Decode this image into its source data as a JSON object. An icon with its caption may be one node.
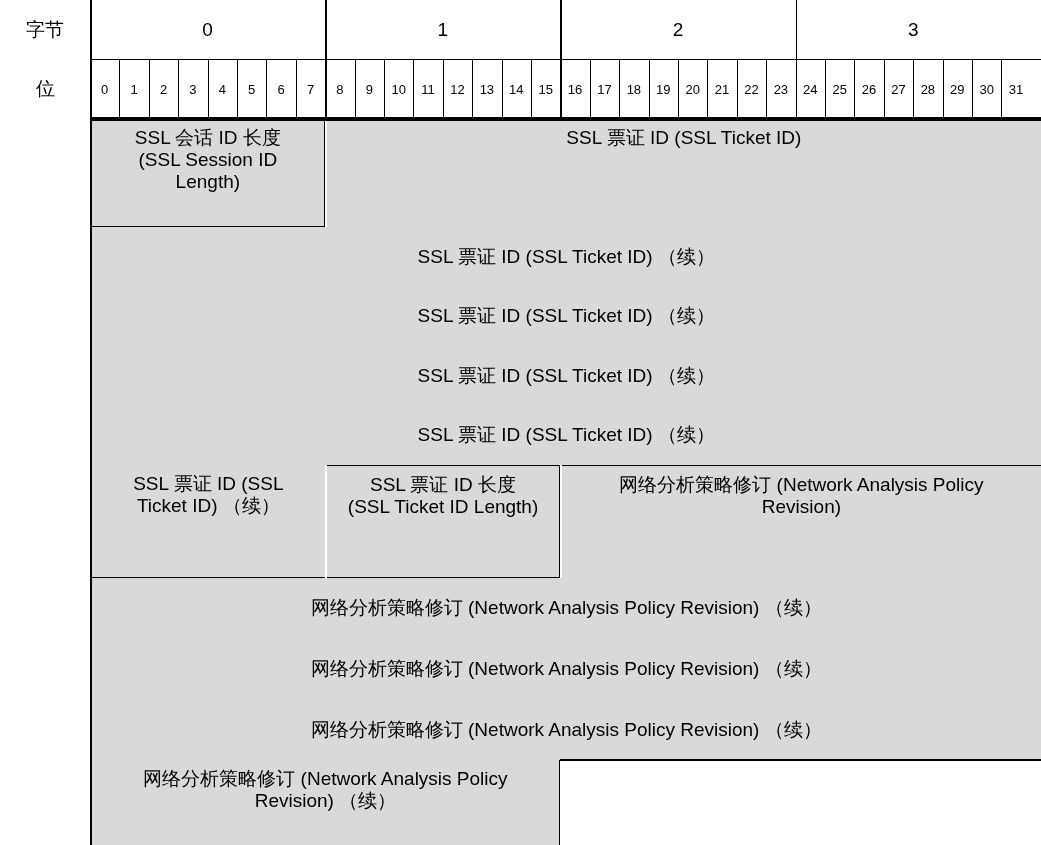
{
  "diagram": {
    "nodes": [
      {
        "text": [
          "SSL 会话 ID 长度 (SSL Session ID Length)"
        ]
      },
      {
        "text": [
          "SSL 票证 ID (SSL Ticket ID)"
        ]
      },
      {
        "text": [
          "SSL 票证 ID (SSL Ticket ID) （续）"
        ]
      },
      {
        "text": [
          "SSL 票证 ID (SSL Ticket ID) （续）"
        ]
      },
      {
        "text": [
          "SSL 票证 ID (SSL Ticket ID) （续）"
        ]
      },
      {
        "text": [
          "SSL 票证 ID (SSL Ticket ID) （续）"
        ]
      },
      {
        "text": [
          "SSL 票证 ID (SSL Ticket ID) （续）"
        ]
      },
      {
        "text": [
          "SSL 票证 ID 长度 (SSL Ticket ID Length)"
        ]
      },
      {
        "text": [
          "网络分析策略修订 (Network Analysis Policy Revision)"
        ]
      },
      {
        "text": [
          "网络分析策略修订 (Network Analysis Policy Revision) （续）"
        ]
      },
      {
        "text": [
          "网络分析策略修订 (Network Analysis Policy Revision) （续）"
        ]
      },
      {
        "text": [
          "网络分析策略修订 (Network Analysis Policy Revision) （续）"
        ]
      },
      {
        "text": [
          "网络分析策略修订 (Network Analysis Policy Revision) （续）"
        ]
      }
    ],
    "edges": [],
    "labels": [
      "字节",
      "0",
      "1",
      "2",
      "3",
      "位",
      "0",
      "1",
      "2",
      "3",
      "4",
      "5",
      "6",
      "7",
      "8",
      "9",
      "10",
      "11",
      "12",
      "13",
      "14",
      "15",
      "16",
      "17",
      "18",
      "19",
      "20",
      "21",
      "22",
      "23",
      "24",
      "25",
      "26",
      "27",
      "28",
      "29",
      "30",
      "31"
    ]
  }
}
